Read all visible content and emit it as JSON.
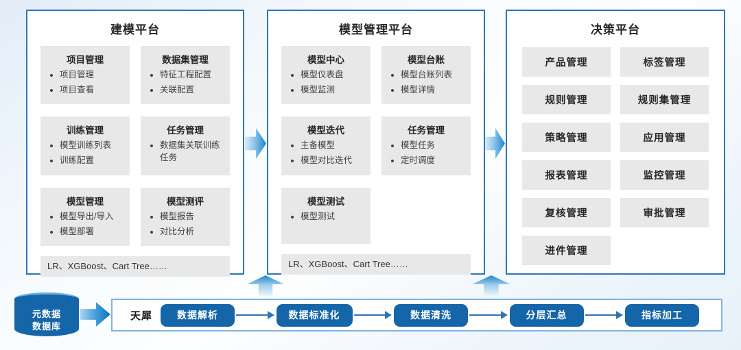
{
  "platforms": [
    {
      "title": "建模平台",
      "modules": [
        {
          "title": "项目管理",
          "items": [
            "项目管理",
            "项目查看"
          ]
        },
        {
          "title": "数据集管理",
          "items": [
            "特征工程配置",
            "关联配置"
          ]
        },
        {
          "title": "训练管理",
          "items": [
            "模型训练列表",
            "训练配置"
          ]
        },
        {
          "title": "任务管理",
          "items": [
            "数据集关联训练任务"
          ]
        },
        {
          "title": "模型管理",
          "items": [
            "模型导出/导入",
            "模型部署"
          ]
        },
        {
          "title": "模型测评",
          "items": [
            "模型报告",
            "对比分析"
          ]
        }
      ],
      "footer": "LR、XGBoost、Cart Tree……"
    },
    {
      "title": "模型管理平台",
      "modules": [
        {
          "title": "模型中心",
          "items": [
            "模型仪表盘",
            "模型监测"
          ]
        },
        {
          "title": "模型台账",
          "items": [
            "模型台账列表",
            "模型详情"
          ]
        },
        {
          "title": "模型迭代",
          "items": [
            "主备模型",
            "模型对比迭代"
          ]
        },
        {
          "title": "任务管理",
          "items": [
            "模型任务",
            "定时调度"
          ]
        },
        {
          "title": "模型测试",
          "items": [
            "模型测试"
          ]
        }
      ],
      "footer": "LR、XGBoost、Cart Tree……"
    },
    {
      "title": "决策平台",
      "buttons": [
        "产品管理",
        "标签管理",
        "规则管理",
        "规则集管理",
        "策略管理",
        "应用管理",
        "报表管理",
        "监控管理",
        "复核管理",
        "审批管理",
        "进件管理"
      ]
    }
  ],
  "datasource": {
    "line1": "元数据",
    "line2": "数据库"
  },
  "pipeline": {
    "vendor": "天犀",
    "steps": [
      "数据解析",
      "数据标准化",
      "数据清洗",
      "分层汇总",
      "指标加工"
    ]
  },
  "colors": {
    "panel_border": "#2e75b6",
    "card_gray": "#e8e8e8",
    "pill_blue": "#1565a9",
    "arrow_gradient_start": "#d9ecf9",
    "arrow_gradient_end": "#1b86cd",
    "pipeline_border": "#85b3dc"
  }
}
